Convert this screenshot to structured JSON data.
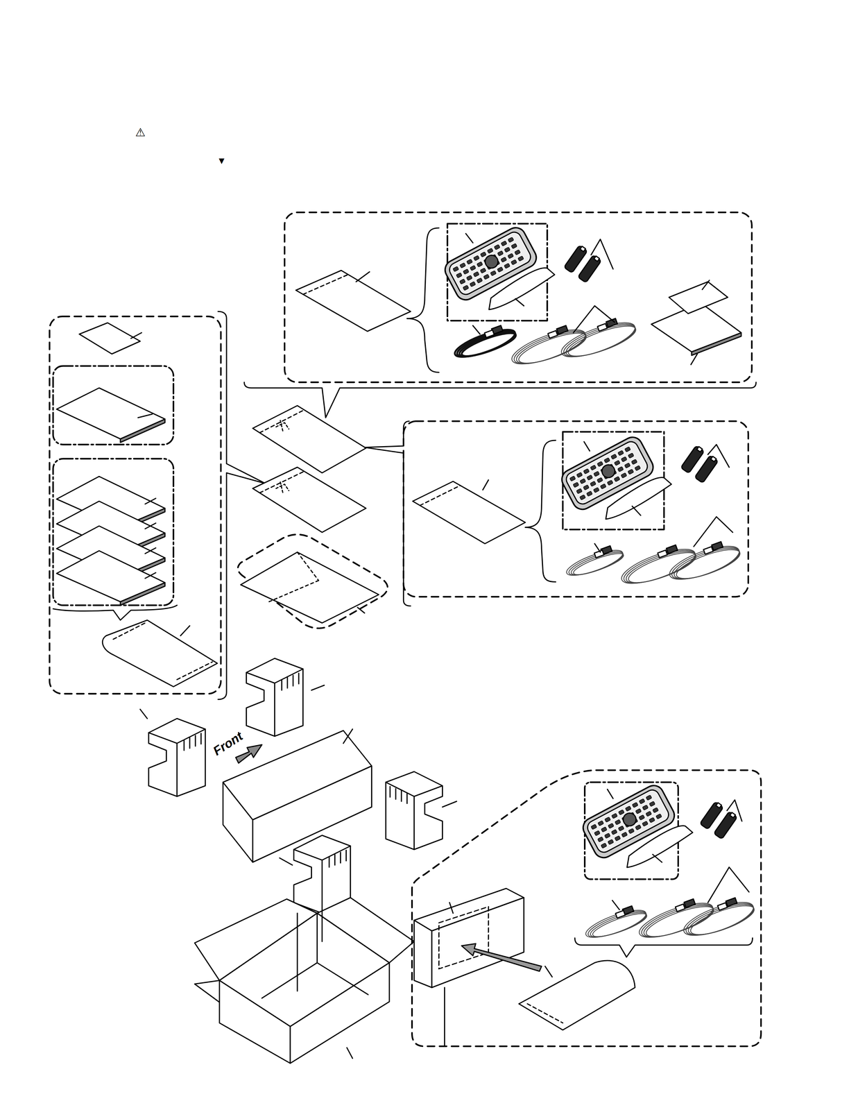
{
  "diagram": {
    "labels": [
      "⚠",
      "▼",
      "Front"
    ]
  }
}
